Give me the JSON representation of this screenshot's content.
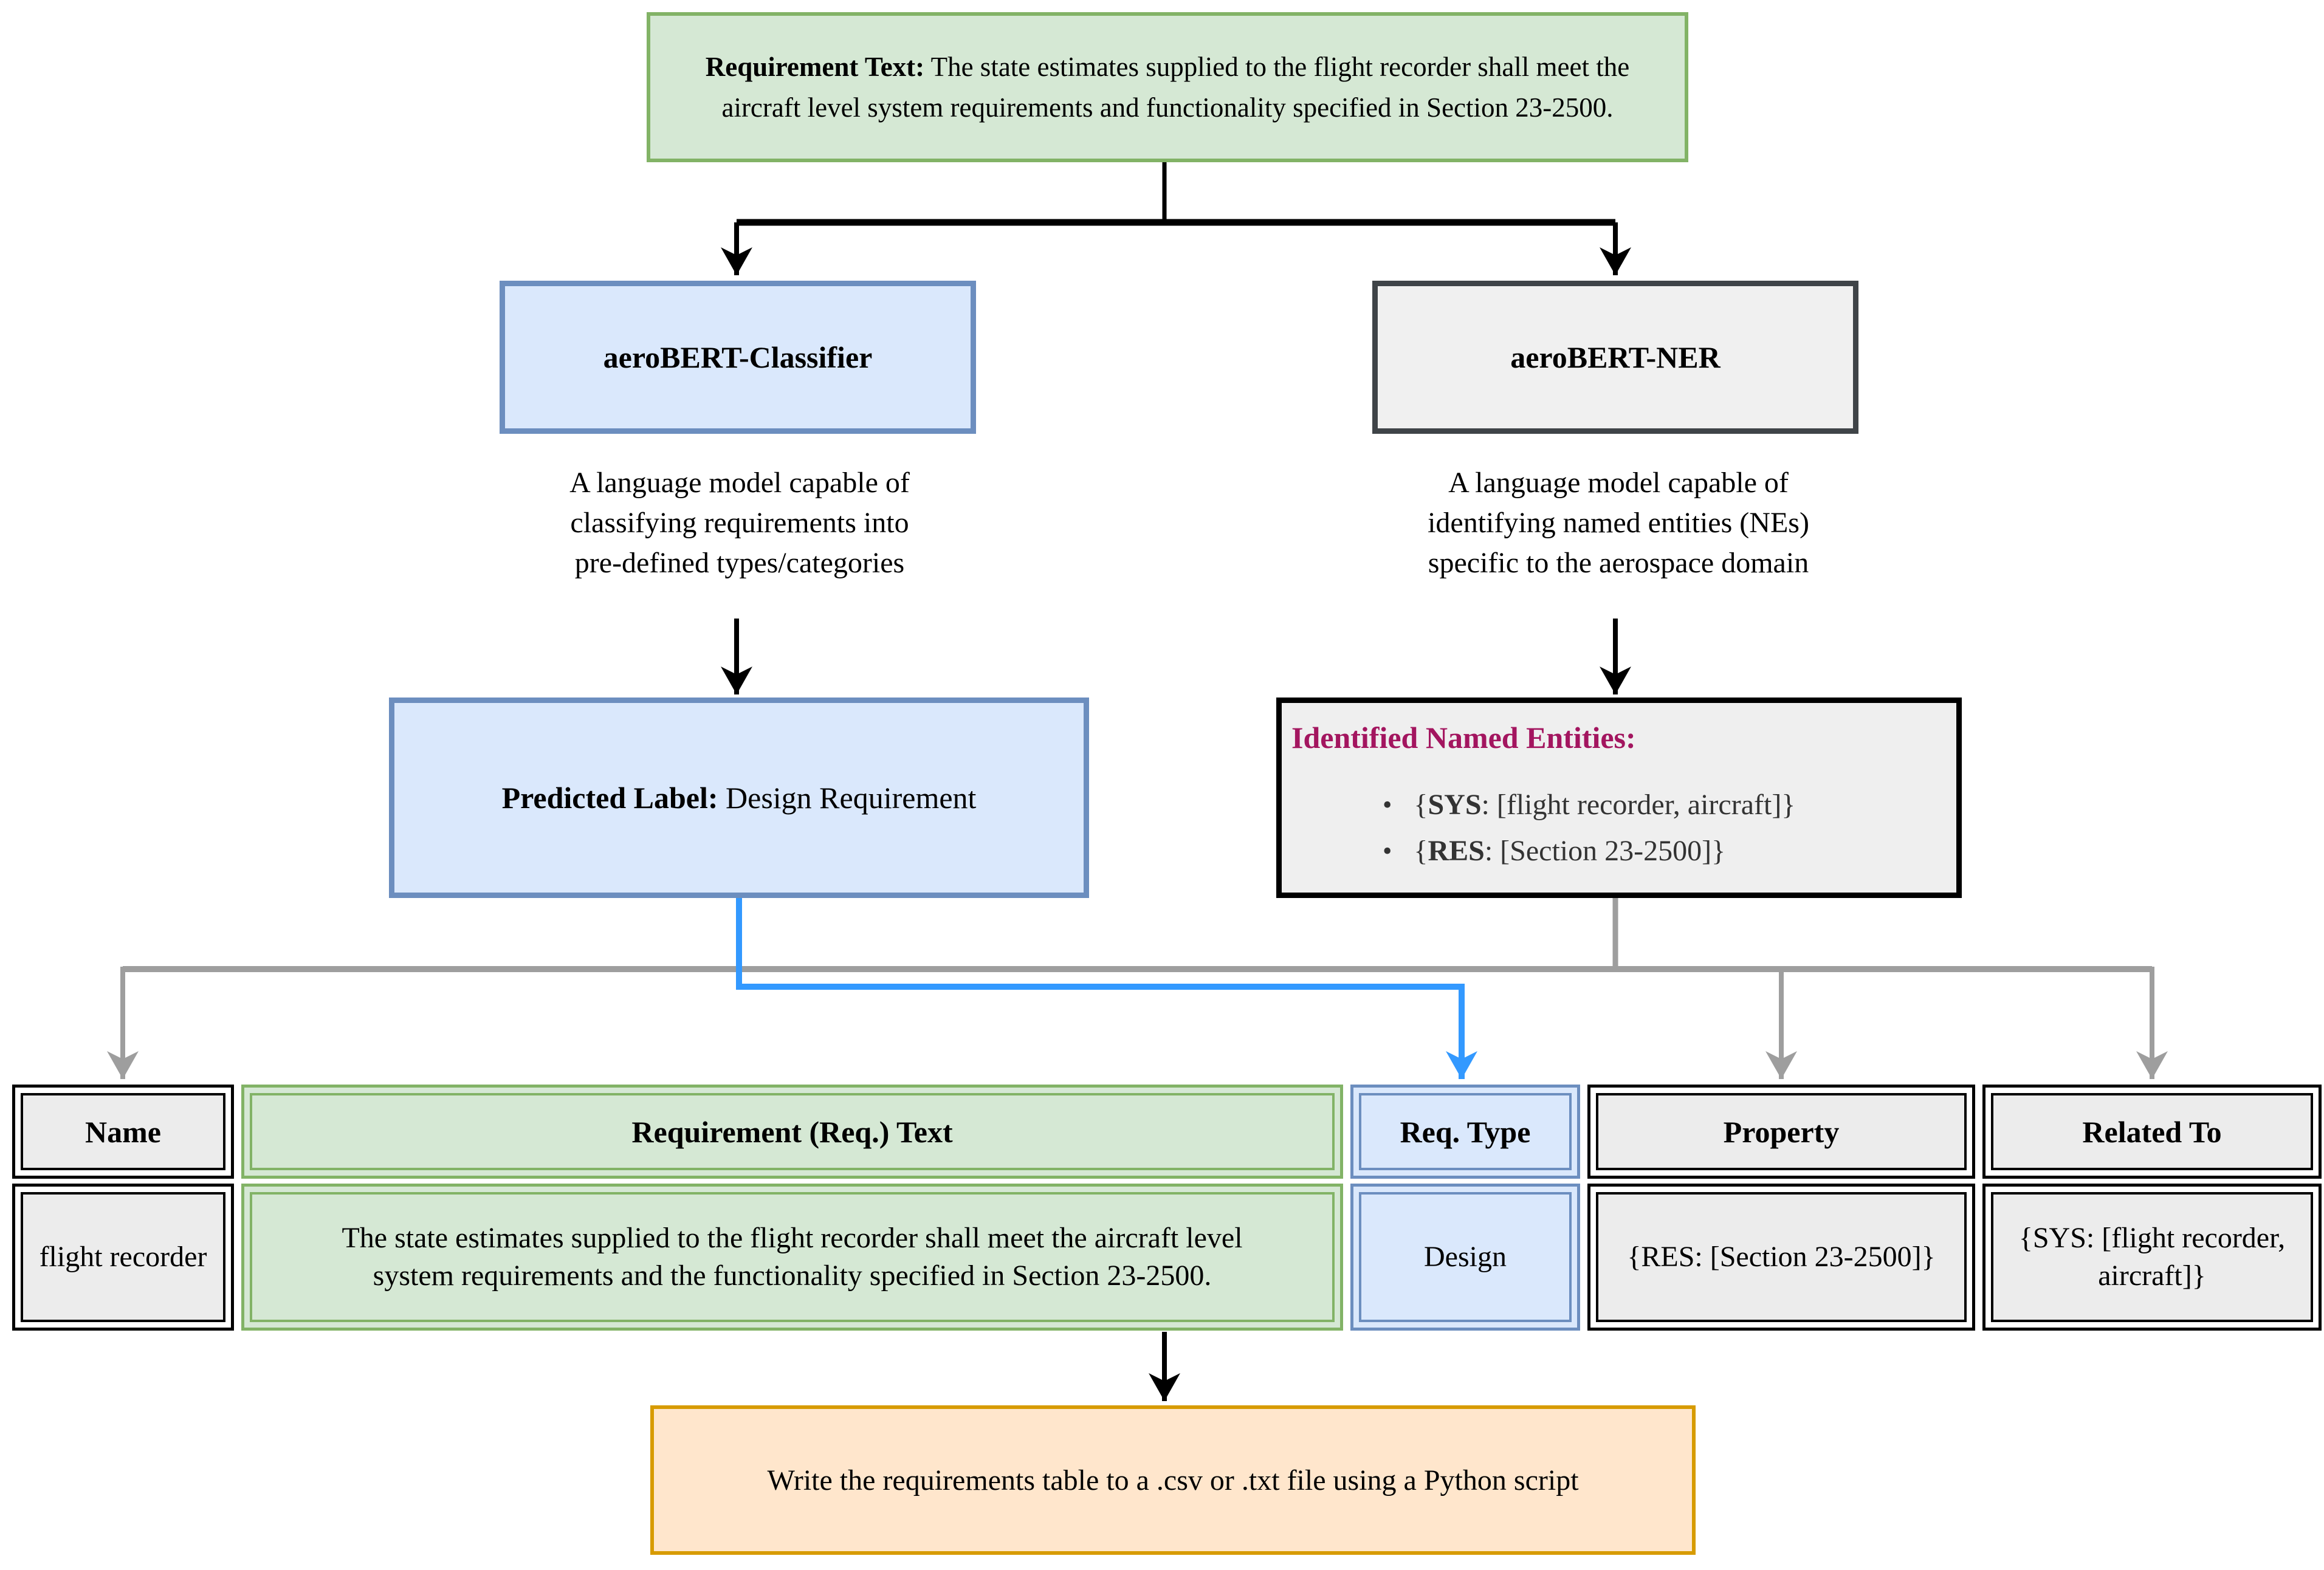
{
  "colors": {
    "green_fill": "#d5e8d4",
    "green_border": "#82b366",
    "blue_fill": "#dae8fc",
    "blue_border": "#6c8ebf",
    "gray_fill": "#ececec",
    "box_gray_fill": "#f0f0f0",
    "dark_border": "#3f4448",
    "orange_fill": "#ffe6cc",
    "orange_border": "#d79b00",
    "magenta": "#a3155f",
    "connector_blue": "#3399ff",
    "connector_gray": "#9e9e9e",
    "black": "#000000"
  },
  "requirement_box": {
    "label": "Requirement Text:",
    "text": " The state estimates supplied to the flight recorder shall meet the aircraft level system requirements and functionality specified in Section 23-2500."
  },
  "classifier": {
    "title": "aeroBERT-Classifier",
    "desc_lines": [
      "A language model capable of",
      "classifying requirements into",
      "pre-defined types/categories"
    ]
  },
  "ner": {
    "title": "aeroBERT-NER",
    "desc_lines": [
      "A language model capable of",
      "identifying named entities (NEs)",
      "specific to the aerospace domain"
    ]
  },
  "predicted": {
    "label": "Predicted Label:",
    "value": " Design Requirement"
  },
  "identified": {
    "title": "Identified Named Entities:",
    "bullets": [
      {
        "pre": "{",
        "key": "SYS",
        "post": ": [flight recorder, aircraft]}"
      },
      {
        "pre": "{",
        "key": "RES",
        "post": ": [Section 23-2500]}"
      }
    ]
  },
  "table": {
    "headers": [
      "Name",
      "Requirement (Req.) Text",
      "Req. Type",
      "Property",
      "Related To"
    ],
    "row": {
      "name": "flight recorder",
      "req_text_lines": [
        "The state estimates supplied to the flight recorder shall meet the aircraft level",
        "system requirements and the functionality specified in Section 23-2500."
      ],
      "req_type": "Design",
      "property": "{RES: [Section 23-2500]}",
      "related_to_lines": [
        "{SYS: [flight recorder,",
        "aircraft]}"
      ]
    }
  },
  "output_box": {
    "text": "Write the requirements table to a .csv or .txt file using a Python script"
  }
}
